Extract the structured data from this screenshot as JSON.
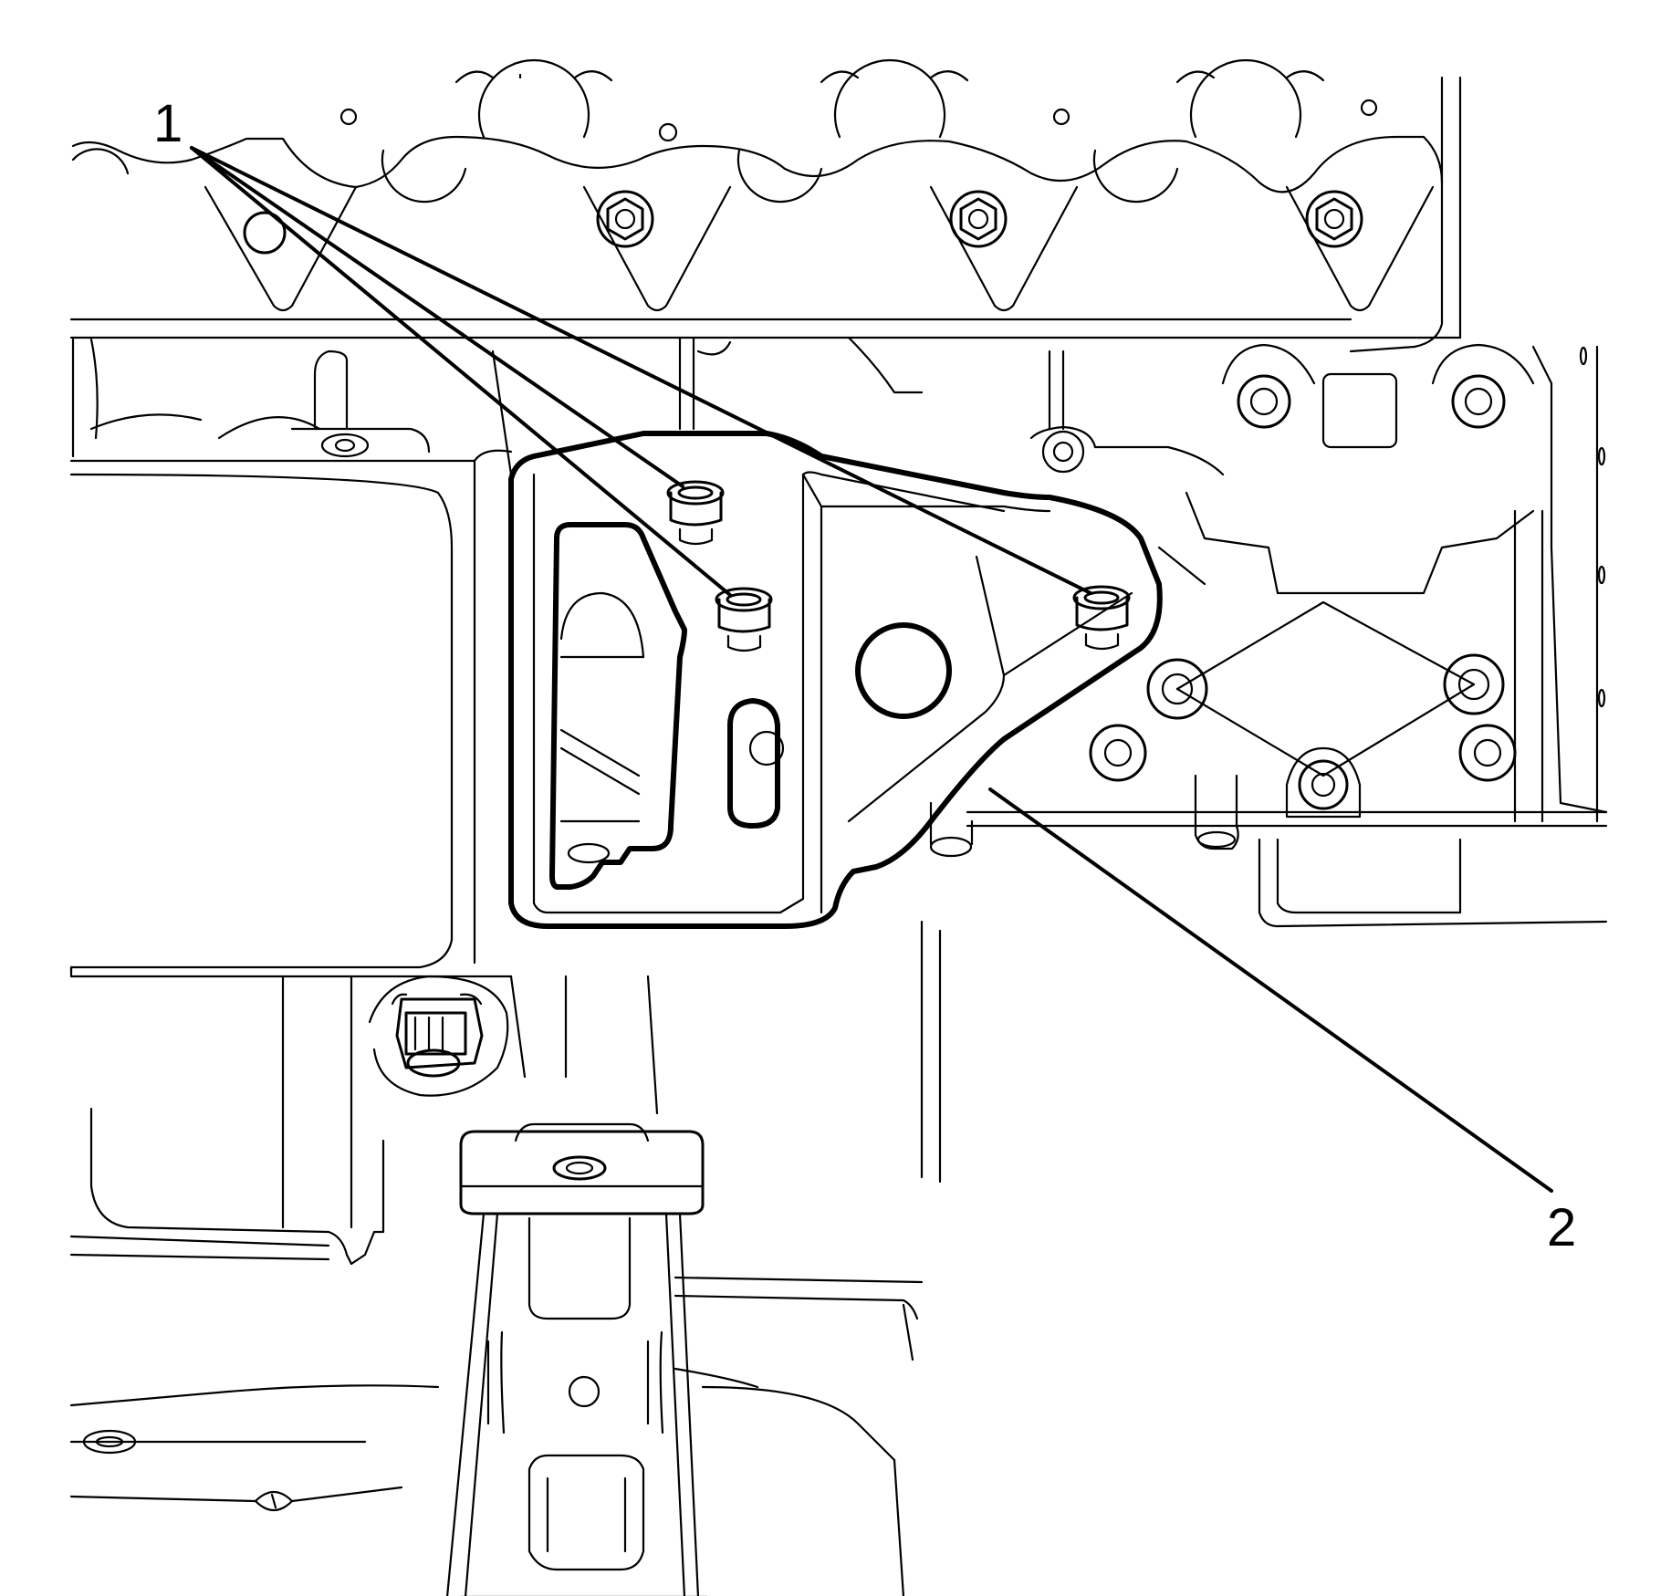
{
  "diagram": {
    "callouts": [
      {
        "label": "1",
        "part": "bolts"
      },
      {
        "label": "2",
        "part": "bracket"
      }
    ]
  }
}
